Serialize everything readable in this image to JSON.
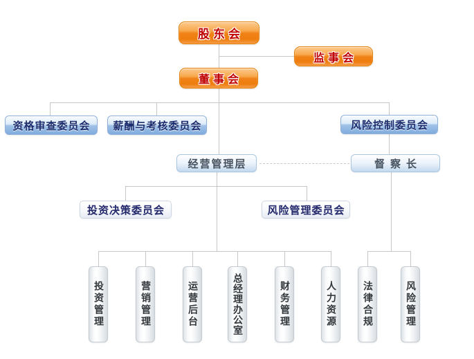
{
  "org": {
    "nodes": {
      "shareholders": {
        "label": "股东会"
      },
      "supervisory_board": {
        "label": "监事会"
      },
      "board_of_directors": {
        "label": "董事会"
      },
      "qualification_committee": {
        "label": "资格审查委员会"
      },
      "compensation_committee": {
        "label": "薪酬与考核委员会"
      },
      "risk_control_committee": {
        "label": "风险控制委员会"
      },
      "management_team": {
        "label": "经营管理层"
      },
      "chief_inspector": {
        "label": "督察长"
      },
      "investment_decision_committee": {
        "label": "投资决策委员会"
      },
      "risk_management_committee": {
        "label": "风险管理委员会"
      }
    },
    "departments": [
      {
        "label": "投资管理"
      },
      {
        "label": "营销管理"
      },
      {
        "label": "运营后台"
      },
      {
        "label": "总经理办公室"
      },
      {
        "label": "财务管理"
      },
      {
        "label": "人力资源"
      },
      {
        "label": "法律合规"
      },
      {
        "label": "风险管理"
      }
    ],
    "colors": {
      "orange_node": "#f08217",
      "orange_text": "#c00000",
      "blue_node": "#7fabdd",
      "blue_text": "#1b2d6e",
      "light_blue_node": "#c3d9ef",
      "white_node": "#f6f8fb",
      "pill_node": "#eef1f3",
      "connector": "#c6c6c6"
    }
  }
}
